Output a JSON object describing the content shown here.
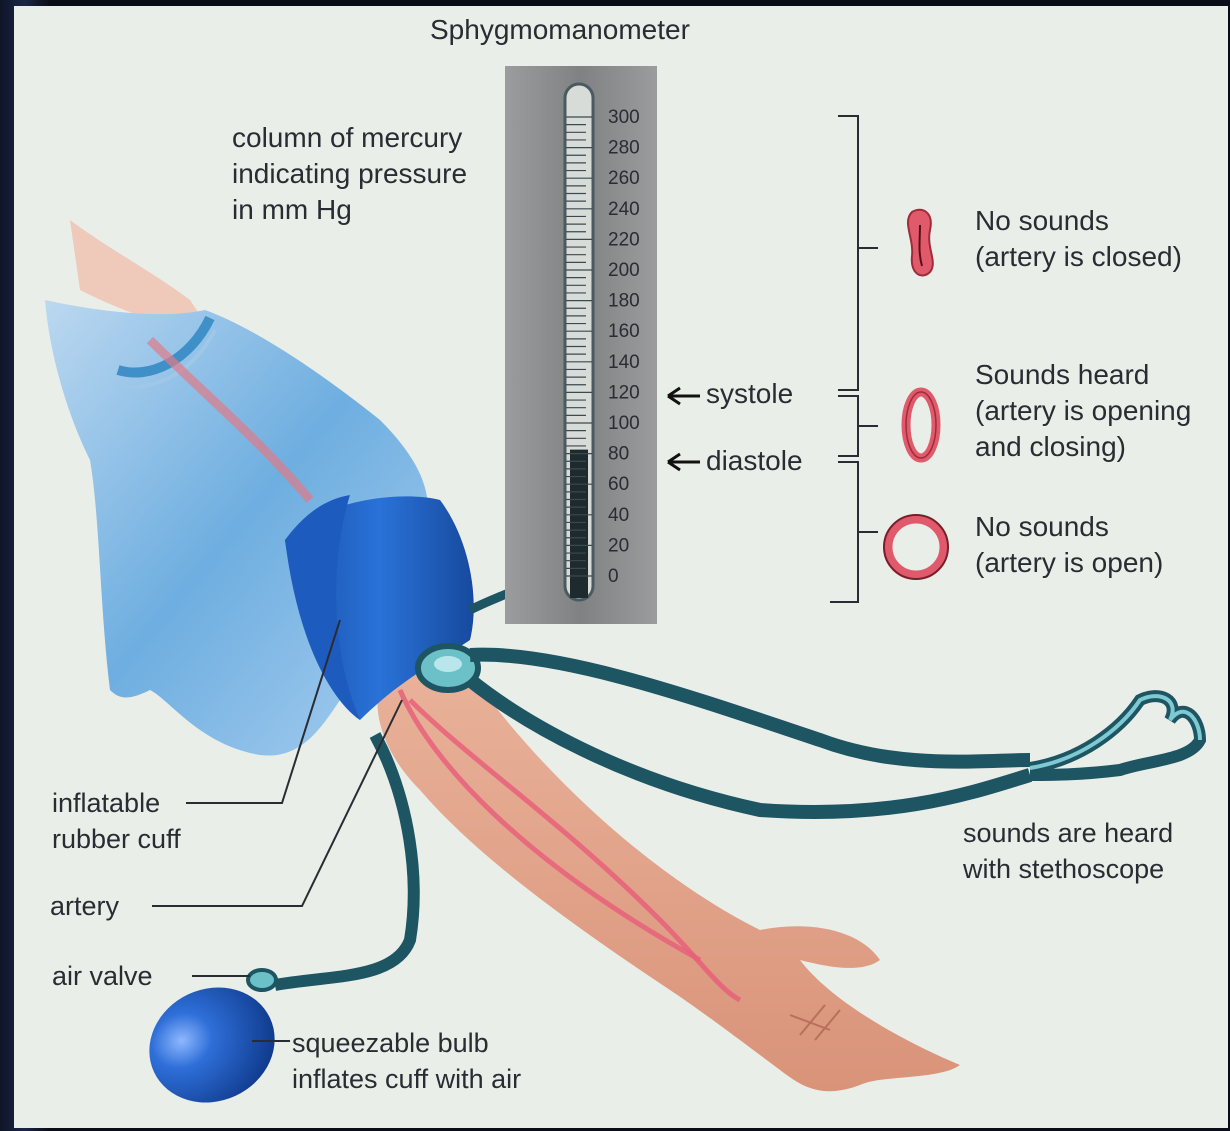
{
  "title": "Sphygmomanometer",
  "labels": {
    "mercury_column": [
      "column of mercury",
      "indicating pressure",
      "in mm Hg"
    ],
    "systole": "systole",
    "diastole": "diastole",
    "cuff": [
      "inflatable",
      "rubber cuff"
    ],
    "artery": "artery",
    "air_valve": "air valve",
    "bulb": [
      "squeezable bulb",
      "inflates cuff with air"
    ],
    "stethoscope": [
      "sounds are heard",
      "with stethoscope"
    ]
  },
  "states": [
    {
      "line1": "No sounds",
      "line2": "(artery is closed)",
      "line3": ""
    },
    {
      "line1": "Sounds heard",
      "line2": "(artery is opening",
      "line3": "and closing)"
    },
    {
      "line1": "No sounds",
      "line2": "(artery is open)",
      "line3": ""
    }
  ],
  "scale": {
    "ticks": [
      "300",
      "280",
      "260",
      "240",
      "220",
      "200",
      "180",
      "160",
      "140",
      "120",
      "100",
      "80",
      "60",
      "40",
      "20",
      "0"
    ],
    "mercury_level_mmHg": 80
  },
  "colors": {
    "background": "#eaeee8",
    "mercury_panel": "#8a8c8e",
    "cuff_blue": "#1f63c4",
    "tube_teal": "#1e5563",
    "artery_red": "#d83a4f",
    "skin": "#e7a98d"
  }
}
